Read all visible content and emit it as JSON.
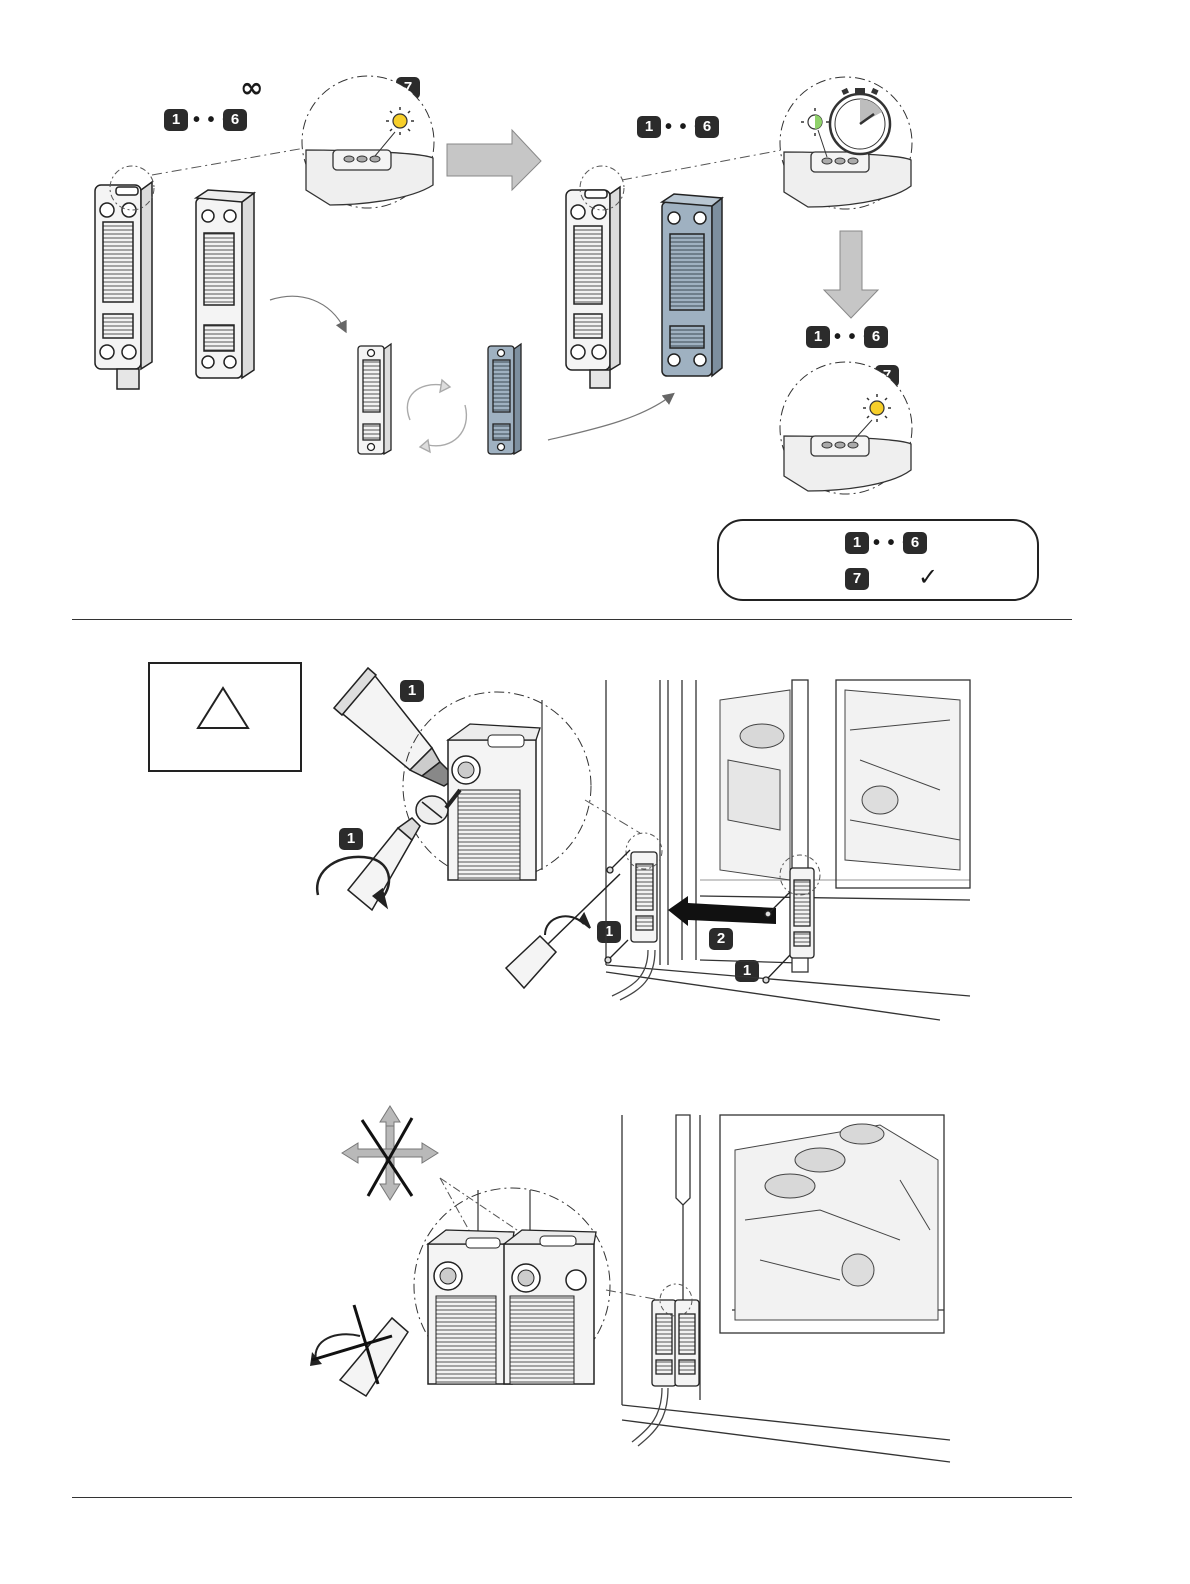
{
  "panel_top": {
    "left_sequence": {
      "start": "1",
      "separator": "• • •",
      "end": "6",
      "repeat_symbol": "∞"
    },
    "zoom_left": {
      "step": "7",
      "check": "✓"
    },
    "middle_sequence": {
      "start": "1",
      "separator": "• • •",
      "end": "6"
    },
    "right_sequence": {
      "start": "1",
      "separator": "• • •",
      "end": "6"
    },
    "zoom_right_result": {
      "step": "7",
      "check": "✓"
    },
    "summary": {
      "start": "1",
      "separator": "• • •",
      "end": "6",
      "step": "7",
      "check": "✓"
    }
  },
  "panel_middle": {
    "callouts": [
      "1",
      "1",
      "1",
      "2",
      "1"
    ]
  },
  "colors": {
    "led_yellow": "#f7cf2a",
    "led_green": "#8fd16a",
    "actuator_blue": "#9fb1c1",
    "arrow_gray": "#c6c6c6",
    "ink": "#1a1a1a"
  },
  "icons": [
    "infinity-icon",
    "led-lit-icon",
    "stopwatch-icon",
    "warning-triangle-icon",
    "rotation-arrows-icon",
    "movement-cross-icon"
  ]
}
